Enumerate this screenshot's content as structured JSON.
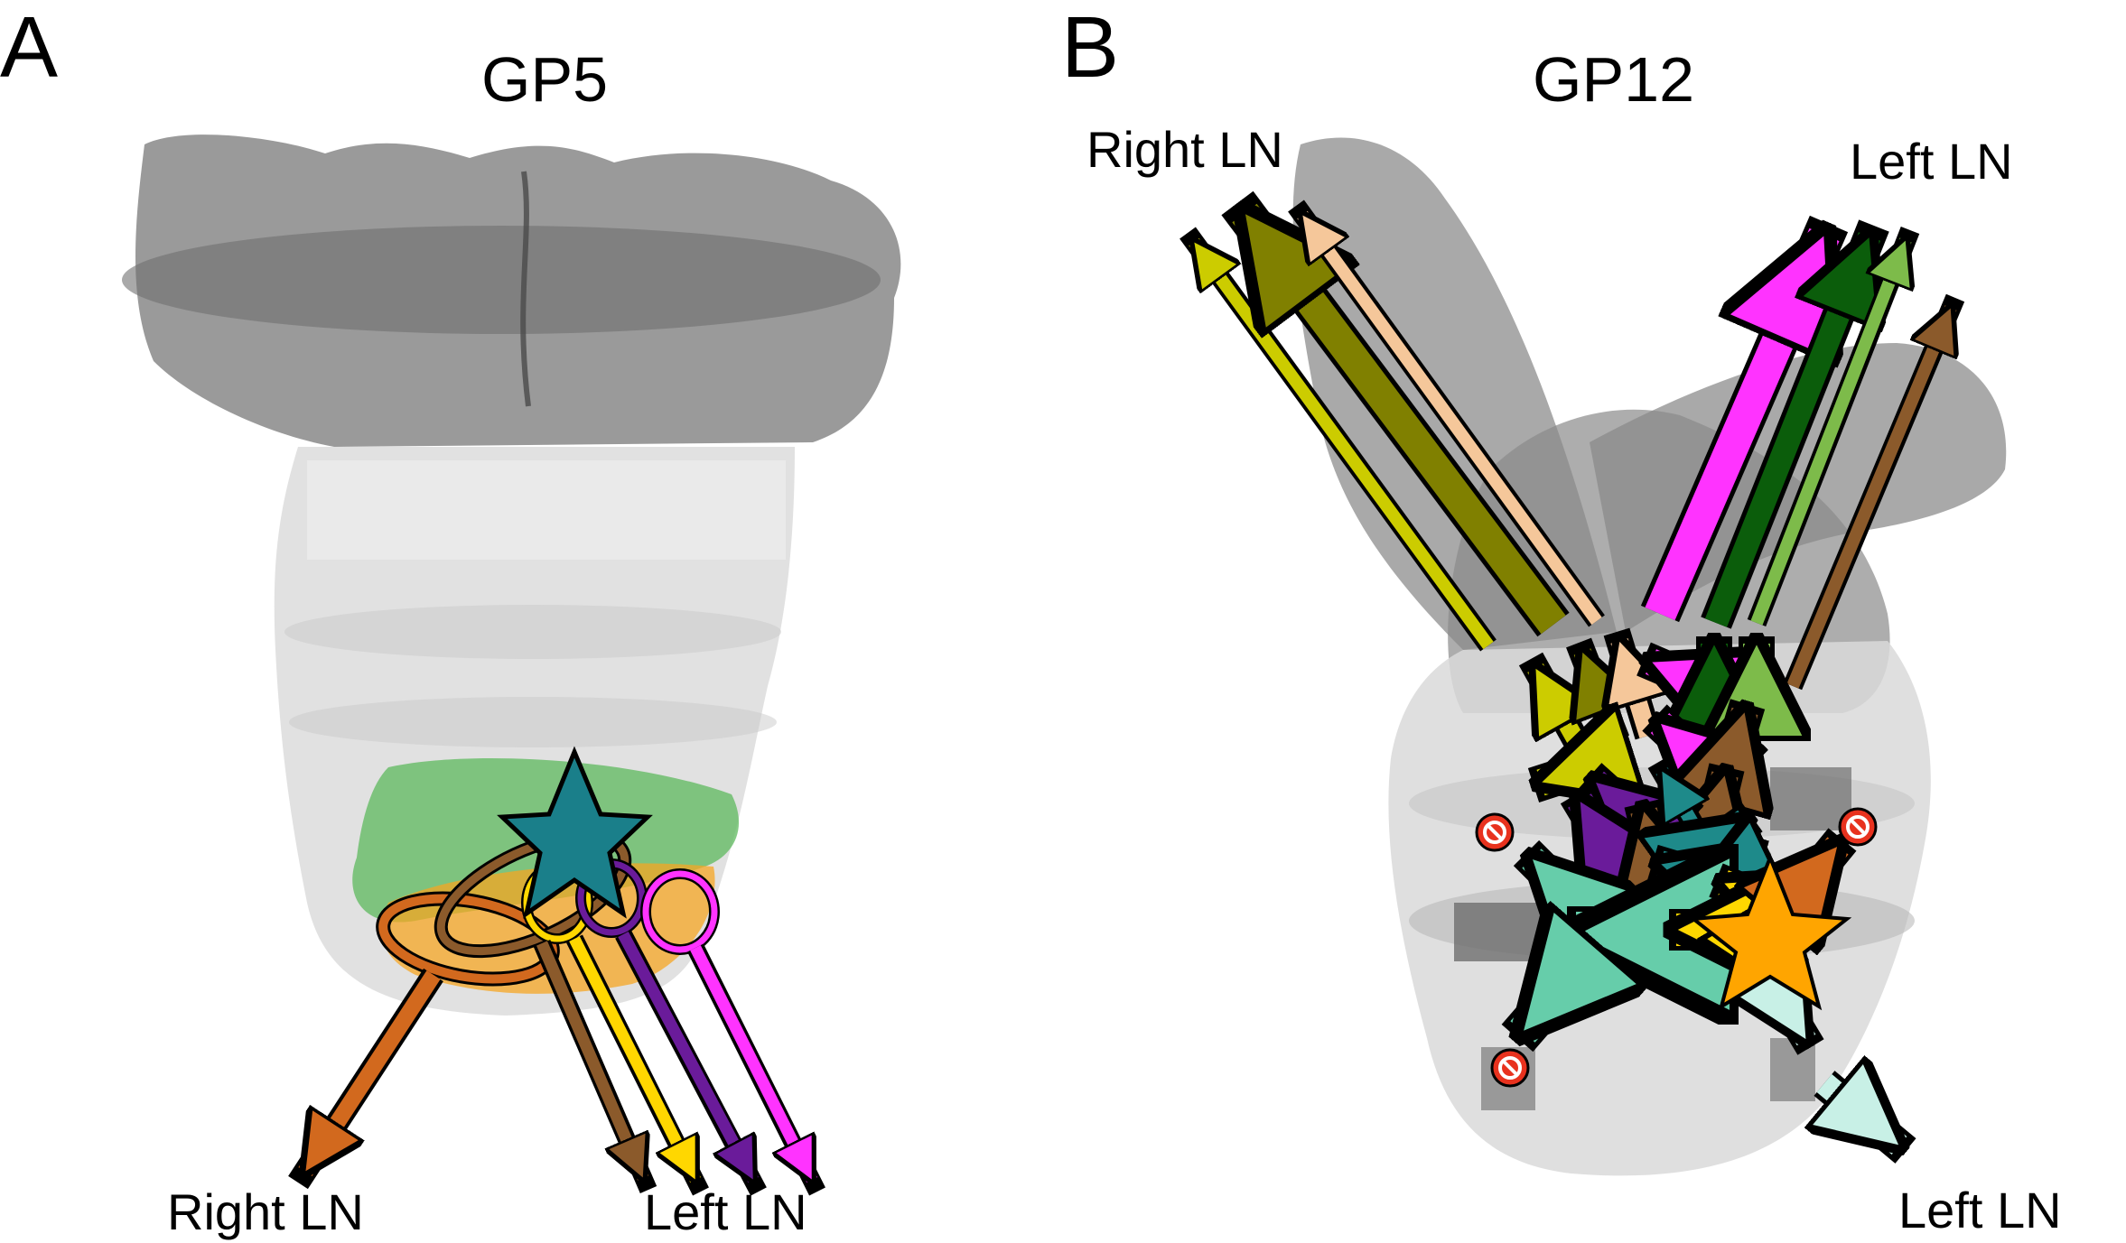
{
  "panelA": {
    "letter": "A",
    "title": "GP5",
    "label_right": "Right LN",
    "label_left": "Left LN"
  },
  "panelB": {
    "letter": "B",
    "title": "GP12",
    "label_right_top": "Right LN",
    "label_left_top": "Left LN",
    "label_left_bottom": "Left LN"
  },
  "colors": {
    "tissue_dark": "#7f7f7f",
    "tissue_light": "#d9d9d9",
    "green_region": "#5cb85c",
    "orange_region": "#f5a623",
    "teal_star": "#1a7f8a",
    "orange_star": "#ffa500",
    "yellow": "#ffd700",
    "brown": "#8b5a2b",
    "purple": "#6a1b9a",
    "magenta": "#ff33ff",
    "dark_orange": "#d2691e",
    "olive": "#808000",
    "peach": "#f5c79a",
    "yellow_green": "#cccc00",
    "dark_green": "#0b5d0b",
    "light_green": "#7dbb4a",
    "mint": "#66cdaa",
    "pale_cyan": "#c8f0e6",
    "teal": "#1e8a8a",
    "no_entry": "#e8321e"
  }
}
